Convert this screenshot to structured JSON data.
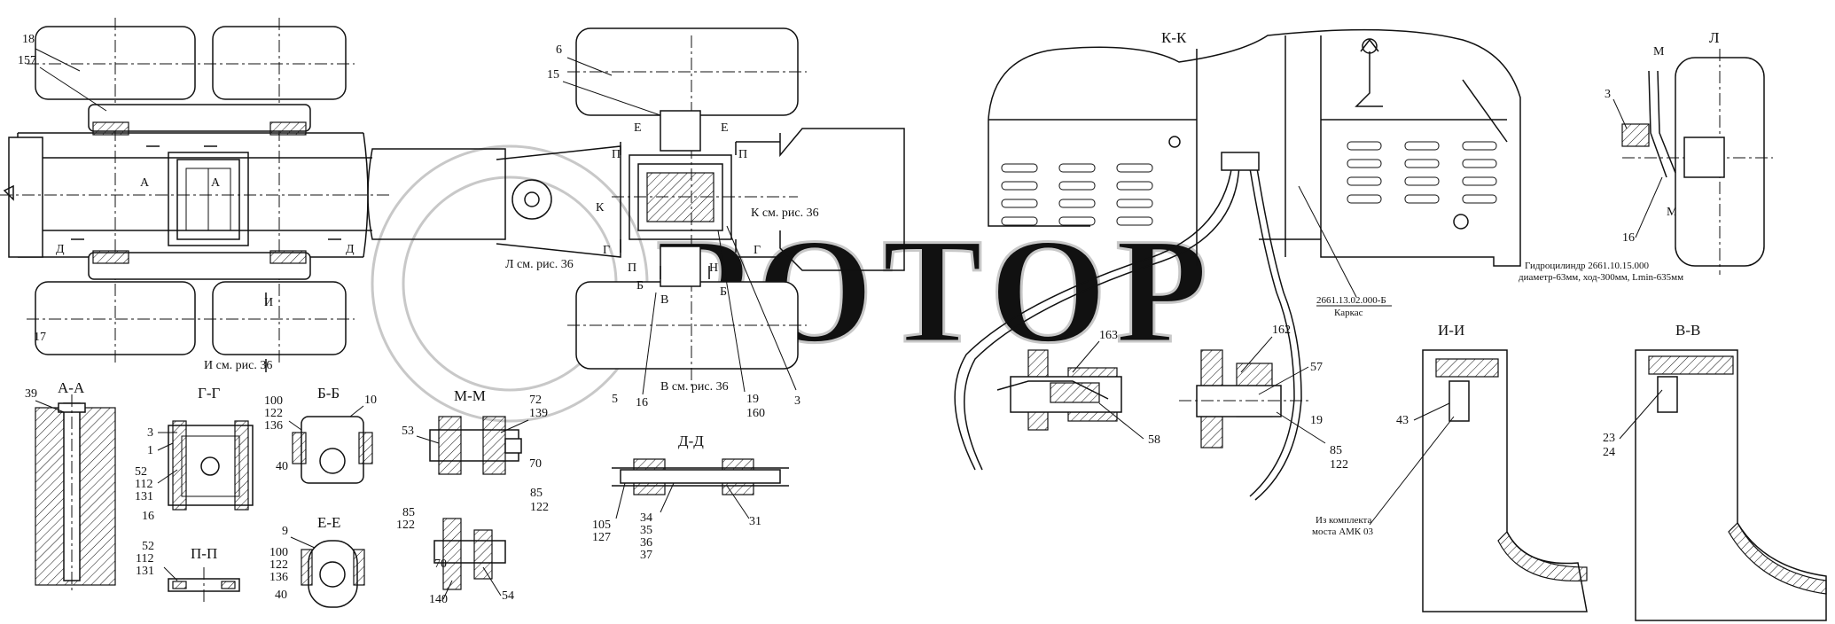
{
  "watermark": {
    "text": "РОТОР"
  },
  "sections": {
    "kk": "К-К",
    "l": "Л",
    "aa": "А-А",
    "gg": "Г-Г",
    "bb": "Б-Б",
    "mm": "М-М",
    "pp": "П-П",
    "ee": "Е-Е",
    "dd": "Д-Д",
    "ii": "И-И",
    "vv": "В-В"
  },
  "notes": {
    "hydro_line1": "Гидроцилиндр 2661.10.15.000",
    "hydro_line2": "диаметр-63мм, ход-300мм, Lmin-635мм",
    "frame_code": "2661.13.02.000-Б",
    "frame_name": "Каркас",
    "kit_line1": "Из комплекта",
    "kit_line2": "моста АМК 03",
    "see_k": "К см. рис. 36",
    "see_l": "Л см. рис. 36",
    "see_i": "И см. рис. 36",
    "see_v": "В см. рис. 36"
  },
  "cut_marks": {
    "A": "А",
    "D": "Д",
    "E": "Е",
    "P": "П",
    "K": "К",
    "G": "Г",
    "B": "Б",
    "V": "В",
    "I": "И",
    "M": "М",
    "N": "Н"
  },
  "callouts": {
    "c18": "18",
    "c157": "157",
    "c17": "17",
    "c6": "6",
    "c15": "15",
    "c5": "5",
    "c16": "16",
    "c19": "19",
    "c160": "160",
    "c3": "3",
    "c39": "39",
    "c1": "1",
    "c52": "52",
    "c112": "112",
    "c131": "131",
    "c100": "100",
    "c122": "122",
    "c136": "136",
    "c10": "10",
    "c40": "40",
    "c9": "9",
    "c53": "53",
    "c72": "72",
    "c139": "139",
    "c70": "70",
    "c85": "85",
    "c140": "140",
    "c54": "54",
    "c105": "105",
    "c127": "127",
    "c34": "34",
    "c35": "35",
    "c36": "36",
    "c37": "37",
    "c31": "31",
    "c163": "163",
    "c58": "58",
    "c162": "162",
    "c57": "57",
    "c43": "43",
    "c23": "23",
    "c24": "24"
  }
}
